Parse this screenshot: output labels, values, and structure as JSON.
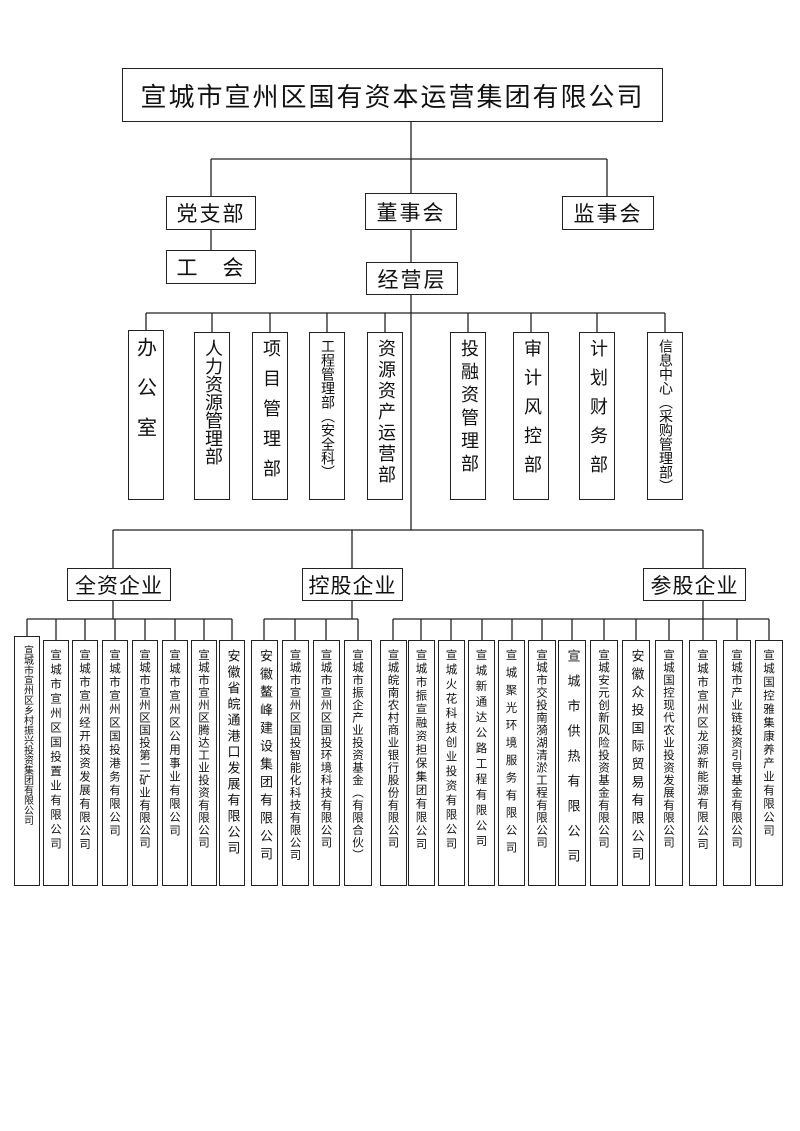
{
  "root": "宣城市宣州区国有资本运营集团有限公司",
  "party_branch": "党支部",
  "board": "董事会",
  "supervisory_board": "监事会",
  "labor_union": "工　会",
  "management": "经营层",
  "departments": [
    "办　公　室",
    "人力资源管理部",
    "项目管理部",
    "工程管理部（安全科）",
    "资源资产运营部",
    "投融资管理部",
    "审计风控部",
    "计划财务部",
    "信息中心（采购管理部）"
  ],
  "categories": {
    "wholly_owned": "全资企业",
    "holding": "控股企业",
    "participating": "参股企业"
  },
  "wholly_owned_companies": [
    "宣城市宣州区乡村振兴投资集团有限公司",
    "宣城市宣州区国投置业有限公司",
    "宣城市宣州经开投资发展有限公司",
    "宣城市宣州区国投港务有限公司",
    "宣城市宣州区国投第二矿业有限公司",
    "宣城市宣州区公用事业有限公司",
    "宣城市宣州区腾达工业投资有限公司",
    "安徽省皖通港口发展有限公司"
  ],
  "holding_companies": [
    "安徽鳌峰建设集团有限公司",
    "宣城市宣州区国投智能化科技有限公司",
    "宣城市宣州区国投环境科技有限公司",
    "宣城市振企产业投资基金（有限合伙）"
  ],
  "participating_companies": [
    "宣城皖南农村商业银行股份有限公司",
    "宣城市振宣融资担保集团有限公司",
    "宣城火花科技创业投资有限公司",
    "宣城新通达公路工程有限公司",
    "宣城聚光环境服务有限公司",
    "宣城市交投南漪湖清淤工程有限公司",
    "宣城市供热有限公司",
    "宣城安元创新风险投资基金有限公司",
    "安徽众投国际贸易有限公司",
    "宣城国控现代农业投资发展有限公司",
    "宣城市宣州区龙源新能源有限公司",
    "宣城市产业链投资引导基金有限公司",
    "宣城国控雅集康养产业有限公司"
  ]
}
